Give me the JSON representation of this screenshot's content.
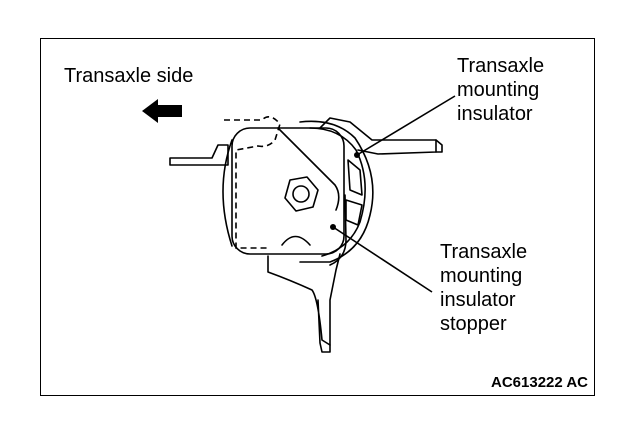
{
  "labels": {
    "transaxle_side": "Transaxle side",
    "insulator": [
      "Transaxle",
      "mounting",
      "insulator"
    ],
    "stopper": [
      "Transaxle",
      "mounting",
      "insulator",
      "stopper"
    ],
    "figure_code": "AC613222 AC"
  },
  "icons": {
    "direction_arrow": "arrow-left-icon"
  },
  "colors": {
    "ink": "#000000",
    "paper": "#ffffff"
  }
}
